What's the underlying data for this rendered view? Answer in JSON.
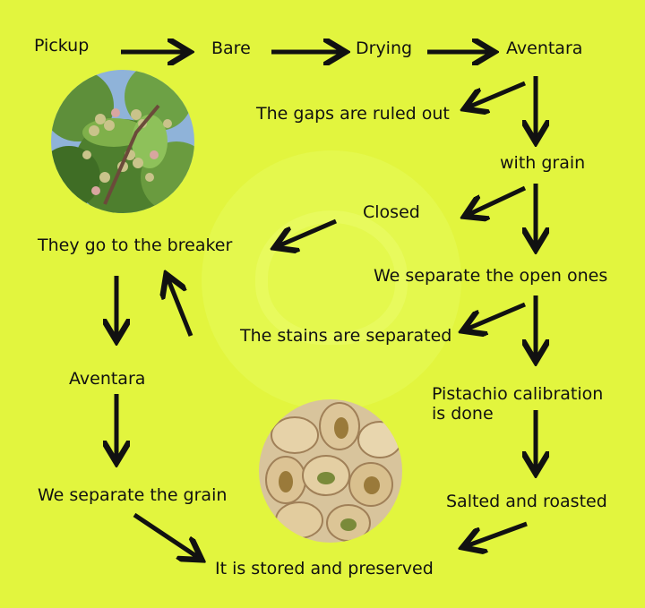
{
  "steps": {
    "pickup": "Pickup",
    "bare": "Bare",
    "drying": "Drying",
    "aventara_top": "Aventara",
    "gaps": "The gaps are ruled out",
    "with_grain": "with grain",
    "closed": "Closed",
    "breaker": "They go to the breaker",
    "separate_open": "We separate the open ones",
    "stains": "The stains are separated",
    "aventara_left": "Aventara",
    "calibration": "Pistachio calibration\nis done",
    "separate_grain": "We separate the grain",
    "salted": "Salted and roasted",
    "stored": "It is stored and preserved"
  },
  "images": {
    "tree": "pistachio-tree-photo",
    "nuts": "pistachio-nuts-photo"
  },
  "colors": {
    "background": "#e2f53e",
    "text": "#111111",
    "arrow": "#111111"
  }
}
